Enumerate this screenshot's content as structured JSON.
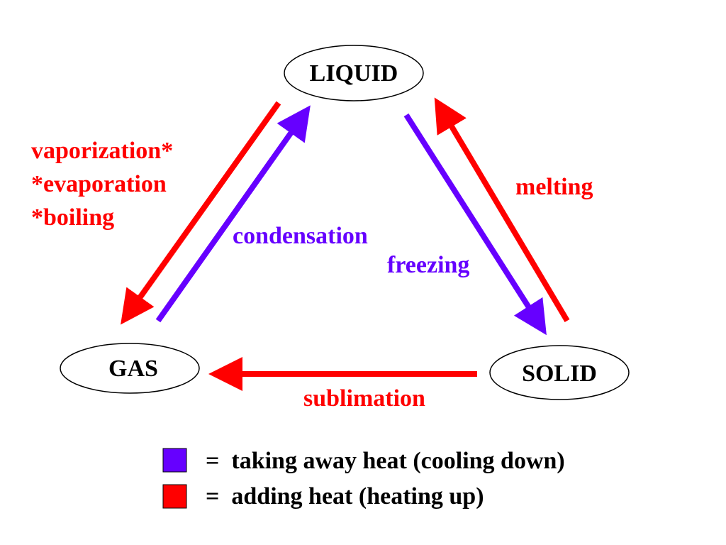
{
  "colors": {
    "cooling": "#6600ff",
    "heating": "#ff0000"
  },
  "nodes": {
    "liquid": "LIQUID",
    "gas": "GAS",
    "solid": "SOLID"
  },
  "edges": {
    "vaporization": "vaporization*",
    "evaporation": "*evaporation",
    "boiling": "*boiling",
    "condensation": "condensation",
    "freezing": "freezing",
    "melting": "melting",
    "sublimation": "sublimation"
  },
  "legend": {
    "cooling": "=  taking away heat (cooling down)",
    "heating": "=  adding heat (heating up)"
  }
}
